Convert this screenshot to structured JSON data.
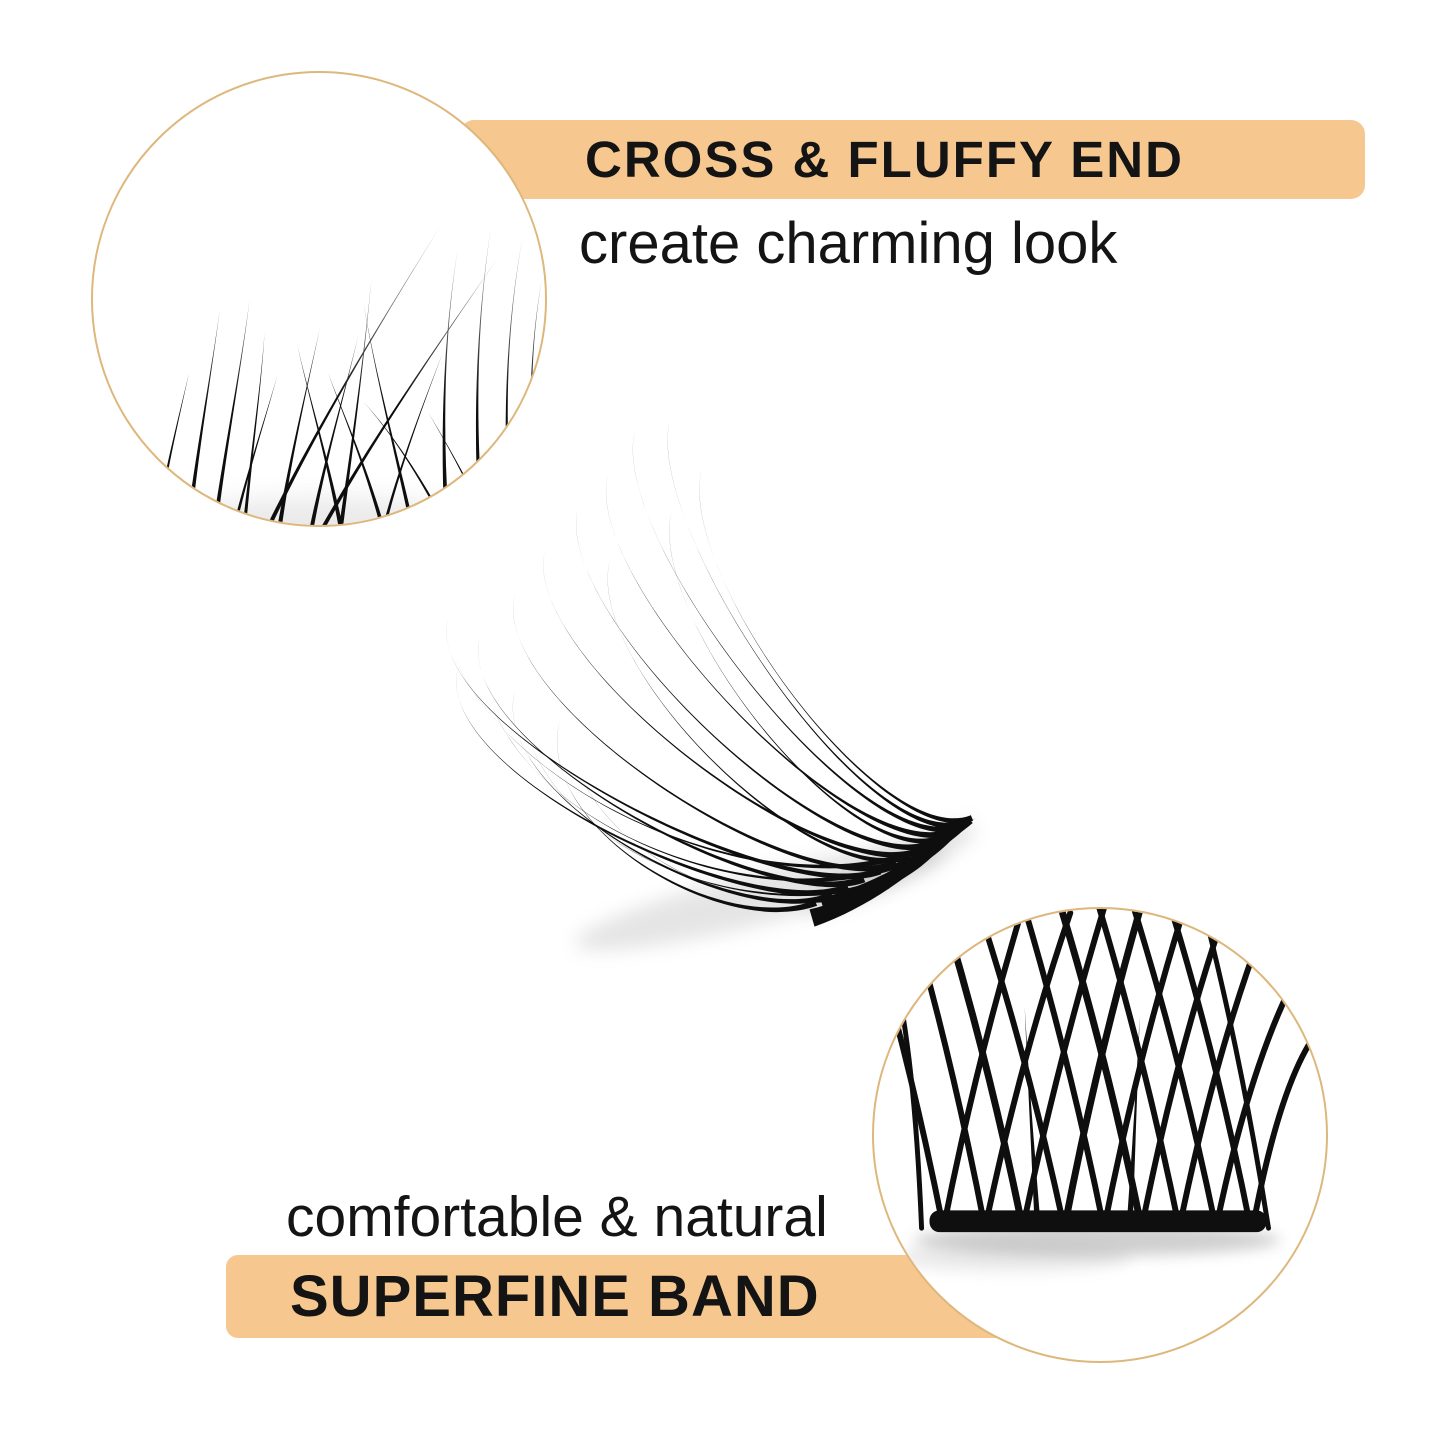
{
  "colors": {
    "background": "#FFFFFF",
    "banner": "#F6C890",
    "circle_border": "#DDB77C",
    "ink": "#141414",
    "lash": "#0E0E0E"
  },
  "callouts": {
    "top": {
      "title": "CROSS & FLUFFY END",
      "subtitle": "create charming look"
    },
    "bottom": {
      "title": "SUPERFINE BAND",
      "subtitle": "comfortable & natural"
    }
  }
}
